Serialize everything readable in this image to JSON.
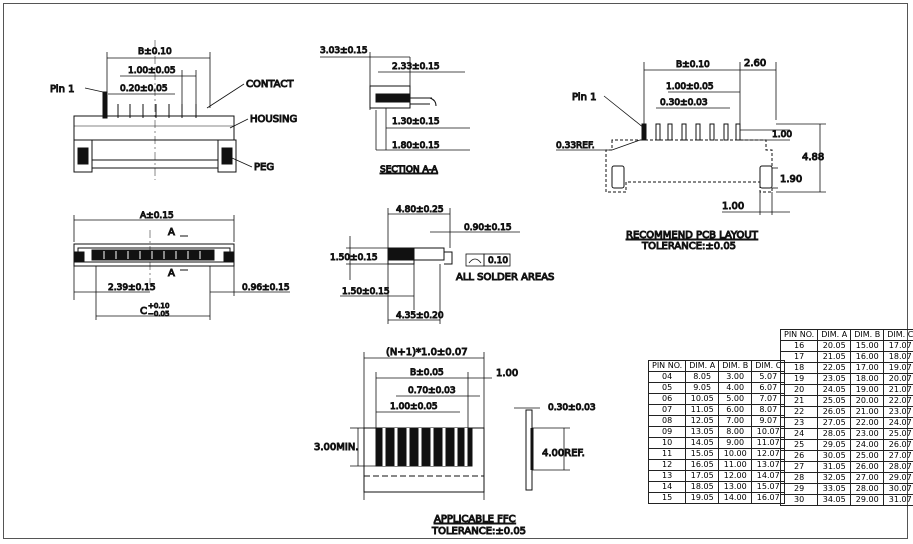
{
  "top_left": {
    "b_dim": "B±0.10",
    "pitch_dim": "1.00±0.05",
    "pin_width_dim": "0.20±0.05",
    "pin1_label": "Pin  1",
    "contact_label": "CONTACT",
    "housing_label": "HOUSING",
    "peg_label": "PEG"
  },
  "section": {
    "dim_303": "3.03±0.15",
    "dim_233": "2.33±0.15",
    "dim_130": "1.30±0.15",
    "dim_180": "1.80±0.15",
    "title": "SECTION  A-A"
  },
  "pcb": {
    "b_dim": "B±0.10",
    "dim_260": "2.60",
    "pitch_dim": "1.00±0.05",
    "pad_dim": "0.30±0.03",
    "pin1_label": "Pin  1",
    "dim_100_right": "1.00",
    "ref_label": "0.33REF.",
    "dim_488": "4.88",
    "dim_190": "1.90",
    "dim_100_bottom": "1.00",
    "title": "RECOMMEND  PCB  LAYOUT",
    "tolerance": "TOLERANCE:±0.05"
  },
  "bottom_view": {
    "a_dim": "A±0.15",
    "section_a": "A",
    "dim_239": "2.39±0.15",
    "dim_096": "0.96±0.15",
    "c_dim": "C",
    "c_tol_plus": "+0.10",
    "c_tol_minus": "−0.05"
  },
  "side_view": {
    "dim_480": "4.80±0.25",
    "dim_090": "0.90±0.15",
    "dim_150_v": "1.50±0.15",
    "dim_150_h": "1.50±0.15",
    "dim_435": "4.35±0.20",
    "flatness_value": "0.10",
    "solder_label": "ALL  SOLDER  AREAS"
  },
  "ffc": {
    "total_dim": "(N+1)*1.0±0.07",
    "b_dim": "B±0.05",
    "dim_100_right": "1.00",
    "width_dim": "0.70±0.03",
    "pitch_dim": "1.00±0.05",
    "min_dim": "3.00MIN.",
    "thickness_dim": "0.30±0.03",
    "ref_dim": "4.00REF.",
    "title": "APPLICABLE  FFC",
    "tolerance": "TOLERANCE:±0.05"
  },
  "table_left": {
    "headers": [
      "PIN NO.",
      "DIM. A",
      "DIM. B",
      "DIM. C"
    ],
    "rows": [
      [
        "04",
        "8.05",
        "3.00",
        "5.07"
      ],
      [
        "05",
        "9.05",
        "4.00",
        "6.07"
      ],
      [
        "06",
        "10.05",
        "5.00",
        "7.07"
      ],
      [
        "07",
        "11.05",
        "6.00",
        "8.07"
      ],
      [
        "08",
        "12.05",
        "7.00",
        "9.07"
      ],
      [
        "09",
        "13.05",
        "8.00",
        "10.07"
      ],
      [
        "10",
        "14.05",
        "9.00",
        "11.07"
      ],
      [
        "11",
        "15.05",
        "10.00",
        "12.07"
      ],
      [
        "12",
        "16.05",
        "11.00",
        "13.07"
      ],
      [
        "13",
        "17.05",
        "12.00",
        "14.07"
      ],
      [
        "14",
        "18.05",
        "13.00",
        "15.07"
      ],
      [
        "15",
        "19.05",
        "14.00",
        "16.07"
      ]
    ]
  },
  "table_right": {
    "headers": [
      "PIN NO.",
      "DIM. A",
      "DIM. B",
      "DIM. C"
    ],
    "rows": [
      [
        "16",
        "20.05",
        "15.00",
        "17.07"
      ],
      [
        "17",
        "21.05",
        "16.00",
        "18.07"
      ],
      [
        "18",
        "22.05",
        "17.00",
        "19.07"
      ],
      [
        "19",
        "23.05",
        "18.00",
        "20.07"
      ],
      [
        "20",
        "24.05",
        "19.00",
        "21.07"
      ],
      [
        "21",
        "25.05",
        "20.00",
        "22.07"
      ],
      [
        "22",
        "26.05",
        "21.00",
        "23.07"
      ],
      [
        "23",
        "27.05",
        "22.00",
        "24.07"
      ],
      [
        "24",
        "28.05",
        "23.00",
        "25.07"
      ],
      [
        "25",
        "29.05",
        "24.00",
        "26.07"
      ],
      [
        "26",
        "30.05",
        "25.00",
        "27.07"
      ],
      [
        "27",
        "31.05",
        "26.00",
        "28.07"
      ],
      [
        "28",
        "32.05",
        "27.00",
        "29.07"
      ],
      [
        "29",
        "33.05",
        "28.00",
        "30.07"
      ],
      [
        "30",
        "34.05",
        "29.00",
        "31.07"
      ]
    ]
  }
}
